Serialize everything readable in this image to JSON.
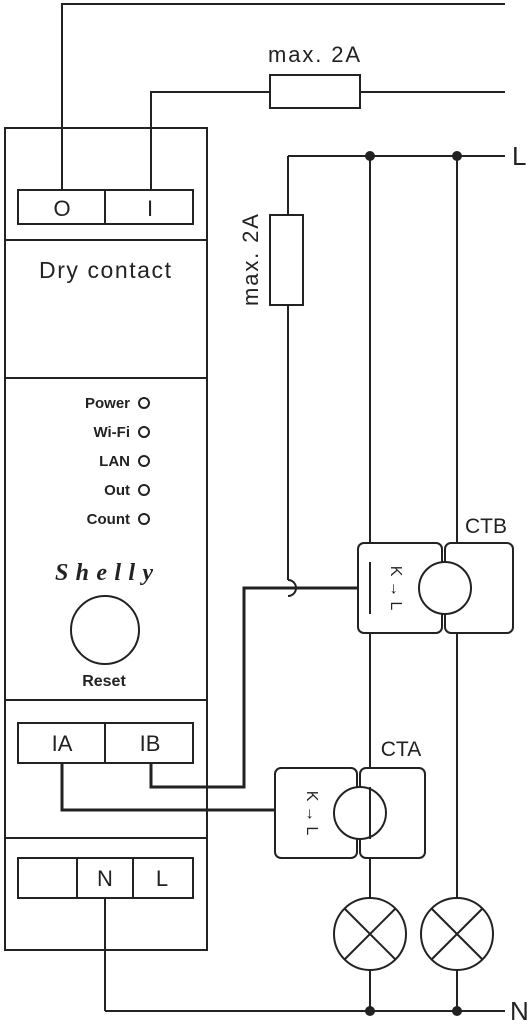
{
  "fuse_top": {
    "label": "max. 2A"
  },
  "fuse_vertical": {
    "label": "max. 2A"
  },
  "terminals_top": [
    {
      "label": "O"
    },
    {
      "label": "I"
    }
  ],
  "device": {
    "input_section_title": "Dry contact",
    "leds": [
      {
        "label": "Power"
      },
      {
        "label": "Wi-Fi"
      },
      {
        "label": "LAN"
      },
      {
        "label": "Out"
      },
      {
        "label": "Count"
      }
    ],
    "brand": "Shelly",
    "reset_label": "Reset"
  },
  "terminals_ct": [
    {
      "label": "IA"
    },
    {
      "label": "IB"
    }
  ],
  "terminals_power": [
    {
      "label": ""
    },
    {
      "label": "N"
    },
    {
      "label": "L"
    }
  ],
  "lines": {
    "live": "L",
    "neutral": "N"
  },
  "ct_sensors": [
    {
      "name": "CTB",
      "marking": "K → L"
    },
    {
      "name": "CTA",
      "marking": "K → L"
    }
  ],
  "colors": {
    "stroke": "#222222",
    "background": "#ffffff"
  }
}
